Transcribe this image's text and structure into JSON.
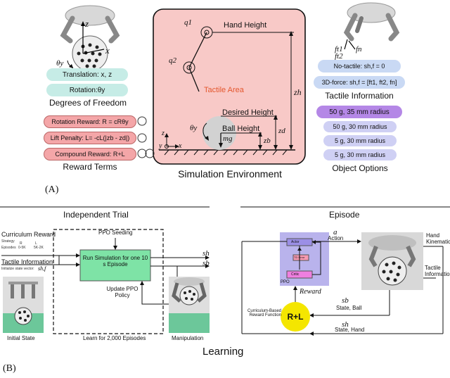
{
  "panel_a": {
    "label": "(A)",
    "dof": {
      "translation": "Translation: x, z",
      "rotation": "Rotation:θy",
      "caption": "Degrees of Freedom"
    },
    "reward": {
      "rotation": "Rotation Reward: R = cRθy",
      "lift": "Lift Penalty: L= -cL(|zb - zd|)",
      "compound": "Compound Reward: R+L",
      "caption": "Reward Terms"
    },
    "sim": {
      "q1": "q1",
      "q2": "q2",
      "hand_height": "Hand Height",
      "tactile_area": "Tactile Area",
      "zh": "zh",
      "desired_height": "Desired Height",
      "zd": "zd",
      "ball_height": "Ball Height",
      "zb": "zb",
      "mg": "mg",
      "theta": "θy",
      "axis_z": "z",
      "axis_y": "y",
      "axis_x": "x",
      "caption": "Simulation Environment"
    },
    "tactile": {
      "no_tactile": "No-tactile: sh,f = 0",
      "force3d": "3D-force: sh,f = [ft1, ft2, fn]",
      "caption": "Tactile Information",
      "ft1": "ft1",
      "ft2": "ft2",
      "fn": "fn"
    },
    "objects": {
      "items": [
        "50 g, 35 mm radius",
        "50 g, 30 mm radius",
        "5 g, 30 mm radius",
        "5 g, 30 mm radius"
      ],
      "caption": "Object Options"
    },
    "hand_axes": {
      "z": "z",
      "x": "x",
      "theta": "θy"
    }
  },
  "panel_b": {
    "label": "(B)",
    "independent_trial": "Independent Trial",
    "episode": "Episode",
    "learning": "Learning",
    "curriculum_reward": "Curriculum Reward",
    "strategy": "Strategy",
    "episodes": "Episodes",
    "strategy_r": "R",
    "strategy_l": "L",
    "ep_r": "0-5K",
    "ep_l": "5K-2K",
    "tactile_information": "Tactile Information",
    "init_state": "Initialize state vector:",
    "shf": "sh,f",
    "ppo_seeding": "PPO Seeding",
    "run_sim": "Run Simulation for one 10 s Episode",
    "update_ppo": "Update PPO Policy",
    "sh": "sh",
    "sb": "sb",
    "initial_state": "Initial State",
    "learn_2000": "Learn for 2,000 Episodes",
    "manipulation": "Manipulation",
    "actor": "Actor",
    "td_error": "TD Error",
    "critic": "Critic",
    "ppo": "PPO",
    "reward": "Reward",
    "rl": "R+L",
    "curriculum_fn": "Curriculum-Based Reward Function",
    "a": "a",
    "action": "Action",
    "hand_kinematics": "Hand Kinematics",
    "tactile_info2": "Tactile Information",
    "state_ball": "State, Ball",
    "state_hand": "State, Hand"
  }
}
